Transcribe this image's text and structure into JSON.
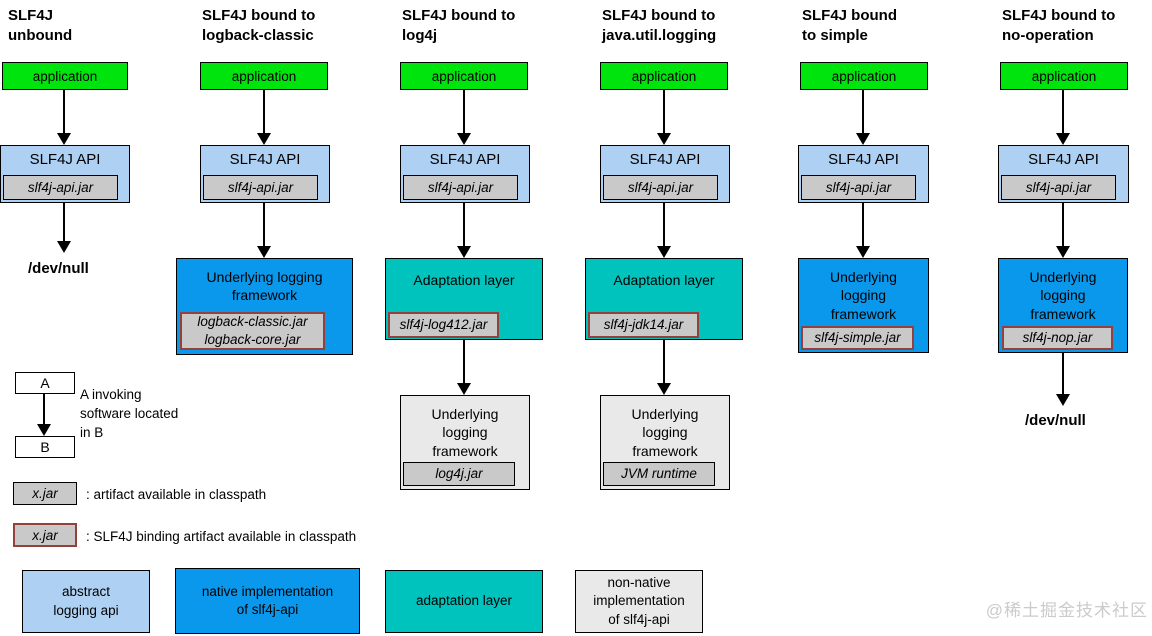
{
  "diagram": {
    "columns": [
      {
        "title": "SLF4J\nunbound",
        "application": "application",
        "api_label": "SLF4J API",
        "api_jar": "slf4j-api.jar",
        "sink": "/dev/null"
      },
      {
        "title": "SLF4J bound to\nlogback-classic",
        "application": "application",
        "api_label": "SLF4J API",
        "api_jar": "slf4j-api.jar",
        "framework_label": "Underlying logging framework",
        "framework_jars": "logback-classic.jar\nlogback-core.jar"
      },
      {
        "title": "SLF4J bound to\nlog4j",
        "application": "application",
        "api_label": "SLF4J API",
        "api_jar": "slf4j-api.jar",
        "adaptation_label": "Adaptation layer",
        "adaptation_jar": "slf4j-log412.jar",
        "framework_label": "Underlying\nlogging\nframework",
        "framework_jar": "log4j.jar"
      },
      {
        "title": "SLF4J bound to\njava.util.logging",
        "application": "application",
        "api_label": "SLF4J API",
        "api_jar": "slf4j-api.jar",
        "adaptation_label": "Adaptation layer",
        "adaptation_jar": "slf4j-jdk14.jar",
        "framework_label": "Underlying\nlogging\nframework",
        "framework_jar": "JVM runtime"
      },
      {
        "title": "SLF4J bound\nto simple",
        "application": "application",
        "api_label": "SLF4J API",
        "api_jar": "slf4j-api.jar",
        "framework_label": "Underlying\nlogging\nframework",
        "binding_jar": "slf4j-simple.jar"
      },
      {
        "title": "SLF4J bound to\nno-operation",
        "application": "application",
        "api_label": "SLF4J API",
        "api_jar": "slf4j-api.jar",
        "framework_label": "Underlying\nlogging\nframework",
        "binding_jar": "slf4j-nop.jar",
        "sink": "/dev/null"
      }
    ],
    "legend_ab": {
      "a": "A",
      "b": "B",
      "caption": "A invoking\nsoftware located\nin B"
    },
    "legend_jars": [
      {
        "box": "x.jar",
        "caption": ": artifact available in classpath"
      },
      {
        "box": "x.jar",
        "caption": ": SLF4J binding artifact available in classpath"
      }
    ],
    "legend_types": [
      {
        "label": "abstract\nlogging api",
        "color": "#aed0f2"
      },
      {
        "label": "native implementation\nof slf4j-api",
        "color": "#0a98ec"
      },
      {
        "label": "adaptation layer",
        "color": "#00c3bd"
      },
      {
        "label": "non-native\nimplementation\nof slf4j-api",
        "color": "#e9e9e9"
      }
    ],
    "colors": {
      "application_green": "#00e40e",
      "api_light_blue": "#aed0f2",
      "native_blue": "#0a98ec",
      "adaptation_teal": "#00c3bd",
      "non_native_gray": "#e9e9e9",
      "jar_gray": "#c9c9c9",
      "binding_border_red": "#93413d"
    },
    "watermark": "@稀土掘金技术社区"
  }
}
